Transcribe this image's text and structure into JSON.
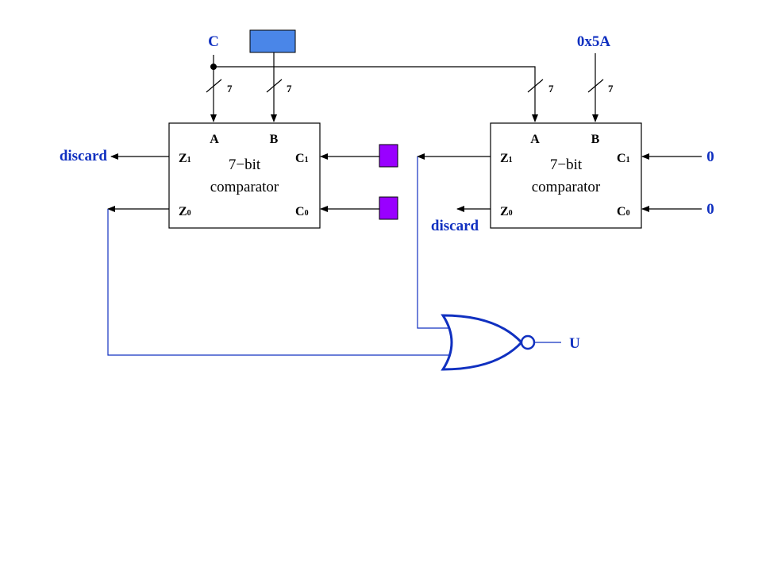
{
  "labels": {
    "c_input": "C",
    "hex_input": "0x5A",
    "discard_left": "discard",
    "discard_right": "discard",
    "zero_c1": "0",
    "zero_c0": "0",
    "output_u": "U"
  },
  "bus_width": "7",
  "comparator_left": {
    "title_line1": "7−bit",
    "title_line2": "comparator",
    "port_a": "A",
    "port_b": "B",
    "port_z": "Z",
    "port_c": "C",
    "sub1": "1",
    "sub0": "0"
  },
  "comparator_right": {
    "title_line1": "7−bit",
    "title_line2": "comparator",
    "port_a": "A",
    "port_b": "B",
    "port_z": "Z",
    "port_c": "C",
    "sub1": "1",
    "sub0": "0"
  },
  "colors": {
    "label_blue": "#1030c0",
    "blank_box_blue": "#4a86e8",
    "blank_box_purple": "#9900ff",
    "gate_blue": "#1030c0"
  },
  "gate": {
    "type": "NOR"
  }
}
